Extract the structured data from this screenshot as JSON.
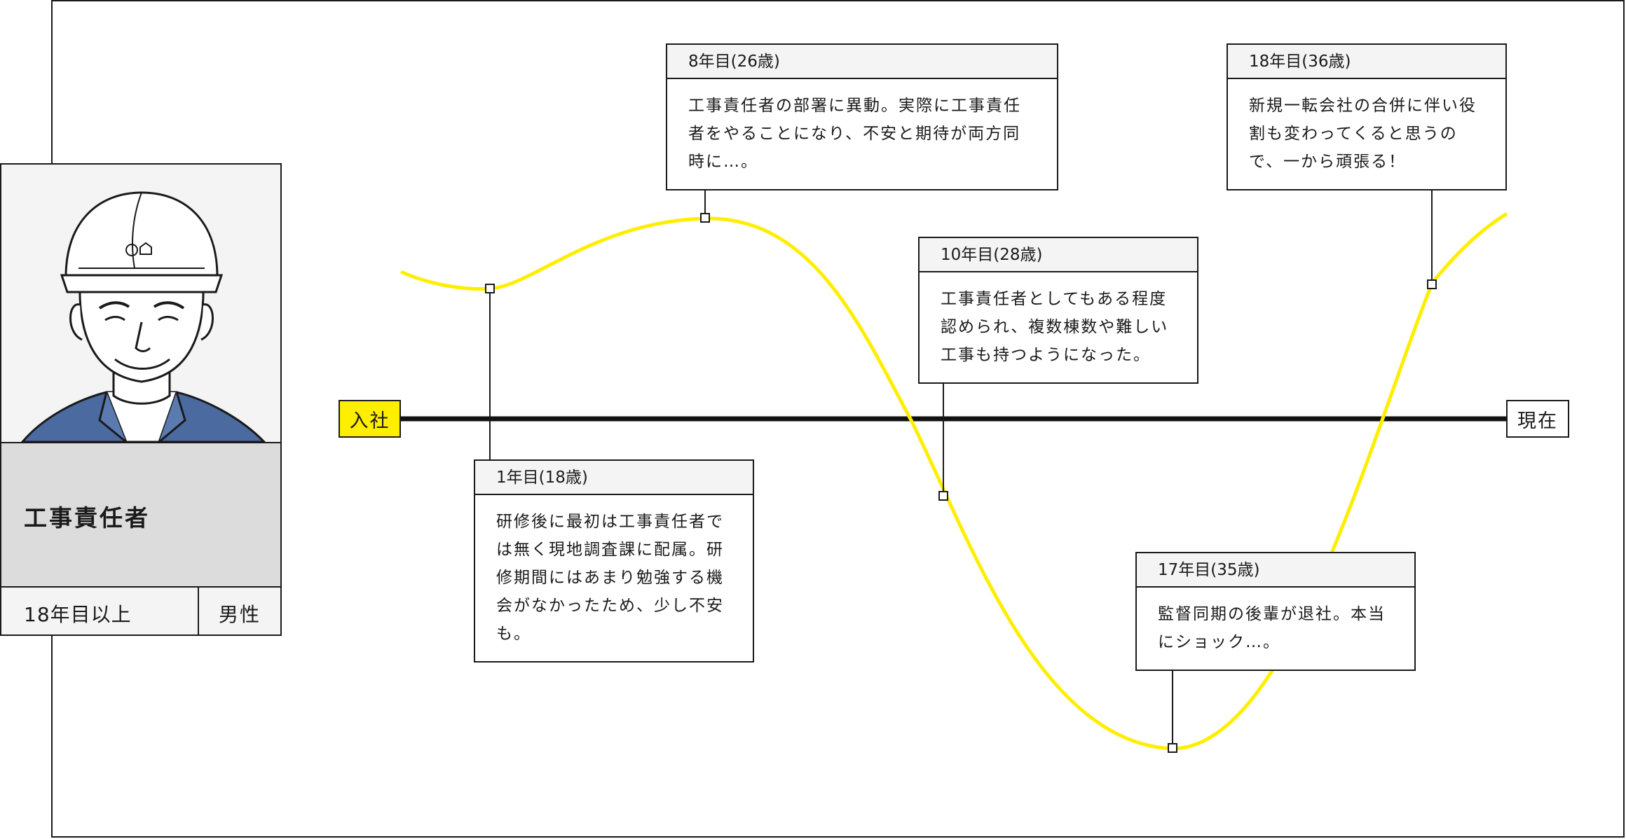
{
  "profile": {
    "role": "工事責任者",
    "years": "18年目以上",
    "gender": "男性"
  },
  "timeline": {
    "start_label": "入社",
    "end_label": "現在"
  },
  "events": [
    {
      "title": "1年目(18歳)",
      "text": "研修後に最初は工事責任者では無く現地調査課に配属。研修期間にはあまり勉強する機会がなかったため、少し不安も。"
    },
    {
      "title": "8年目(26歳)",
      "text": "工事責任者の部署に異動。実際に工事責任者をやることになり、不安と期待が両方同時に…。"
    },
    {
      "title": "10年目(28歳)",
      "text": "工事責任者としてもある程度認められ、複数棟数や難しい工事も持つようになった。"
    },
    {
      "title": "17年目(35歳)",
      "text": "監督同期の後輩が退社。本当にショック…。"
    },
    {
      "title": "18年目(36歳)",
      "text": "新規一転会社の合併に伴い役割も変わってくると思うので、一から頑張る！"
    }
  ],
  "colors": {
    "curve": "#ffee00",
    "start_tag": "#ffee00",
    "line": "#111111",
    "jacket": "#4a6aa0"
  }
}
